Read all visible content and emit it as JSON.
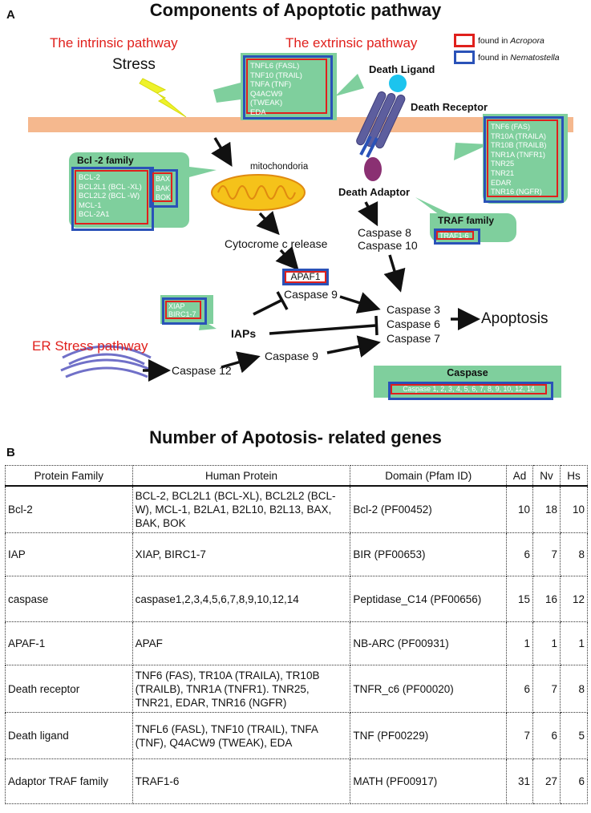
{
  "panel_a": {
    "letter": "A",
    "title": "Components of Apoptotic pathway",
    "intrinsic": "The intrinsic pathway",
    "extrinsic": "The extrinsic pathway",
    "er_stress": "ER Stress pathway",
    "stress": "Stress",
    "legend": {
      "acropora_prefix": "found  in  ",
      "acropora_species": "Acropora",
      "nematostella_prefix": "found  in  ",
      "nematostella_species": "Nematostella"
    },
    "death_ligand": "Death Ligand",
    "death_receptor": "Death Receptor",
    "death_adaptor": "Death Adaptor",
    "mitochondria": "mitochondoria",
    "cytochrome": "Cytocrome c release",
    "apaf1": "APAF1",
    "caspase9_top": "Caspase 9",
    "caspase8": "Caspase  8",
    "caspase10": "Caspase  10",
    "caspase3": "Caspase 3",
    "caspase6": "Caspase 6",
    "caspase7": "Caspase 7",
    "apoptosis": "Apoptosis",
    "iaps": "IAPs",
    "caspase12": "Caspase  12",
    "caspase9_bottom": "Caspase  9",
    "bcl2_family_title": "Bcl -2 family",
    "traf_family_title": "TRAF family",
    "caspase_title": "Caspase",
    "ligand_genes": [
      "TNFL6 (FASL)",
      "TNF10 (TRAIL)",
      "TNFA (TNF)",
      "Q4ACW9",
      "(TWEAK)",
      "EDA"
    ],
    "receptor_genes": [
      "TNF6 (FAS)",
      "TR10A (TRAILA)",
      "TR10B (TRAILB)",
      "TNR1A (TNFR1)",
      "TNR25",
      "TNR21",
      "EDAR",
      "TNR16 (NGFR)"
    ],
    "bcl2_genes": [
      "BCL-2",
      "BCL2L1 (BCL -XL)",
      "BCL2L2 (BCL -W)",
      "MCL-1",
      "BCL-2A1"
    ],
    "bax_genes": [
      "BAX",
      "BAK",
      "BOK"
    ],
    "iap_genes": [
      "XIAP",
      "BIRC1-7"
    ],
    "traf_genes": [
      "TRAF1-6"
    ],
    "caspase_genes": "Caspase  1, 2, 3, 4, 5, 6, 7, 8, 9, 10, 12, 14",
    "colors": {
      "acropora": "#e0201c",
      "nematostella": "#2a52b8",
      "green_box": "#7fcf9d",
      "membrane": "#f5b88e",
      "mitochondria": "#f5c21a",
      "er": "#9f9fe0"
    }
  },
  "panel_b": {
    "letter": "B",
    "title": "Number of Apotosis- related genes",
    "headers": [
      "Protein Family",
      "Human Protein",
      "Domain (Pfam ID)",
      "Ad",
      "Nv",
      "Hs"
    ],
    "rows": [
      {
        "family": "Bcl-2",
        "protein": "BCL-2, BCL2L1 (BCL-XL), BCL2L2 (BCL-W), MCL-1, B2LA1, B2L10, B2L13, BAX, BAK, BOK",
        "domain": "Bcl-2 (PF00452)",
        "ad": "10",
        "nv": "18",
        "hs": "10"
      },
      {
        "family": "IAP",
        "protein": "XIAP, BIRC1-7",
        "domain": "BIR (PF00653)",
        "ad": "6",
        "nv": "7",
        "hs": "8"
      },
      {
        "family": "caspase",
        "protein": "caspase1,2,3,4,5,6,7,8,9,10,12,14",
        "domain": "Peptidase_C14 (PF00656)",
        "ad": "15",
        "nv": "16",
        "hs": "12"
      },
      {
        "family": "APAF-1",
        "protein": "APAF",
        "domain": "NB-ARC (PF00931)",
        "ad": "1",
        "nv": "1",
        "hs": "1"
      },
      {
        "family": "Death receptor",
        "protein": "TNF6 (FAS), TR10A (TRAILA), TR10B (TRAILB), TNR1A (TNFR1). TNR25, TNR21, EDAR, TNR16 (NGFR)",
        "domain": "TNFR_c6 (PF00020)",
        "ad": "6",
        "nv": "7",
        "hs": "8"
      },
      {
        "family": "Death ligand",
        "protein": "TNFL6 (FASL), TNF10 (TRAIL), TNFA (TNF), Q4ACW9 (TWEAK), EDA",
        "domain": "TNF (PF00229)",
        "ad": "7",
        "nv": "6",
        "hs": "5"
      },
      {
        "family": "Adaptor TRAF family",
        "protein": "TRAF1-6",
        "domain": "MATH (PF00917)",
        "ad": "31",
        "nv": "27",
        "hs": "6"
      }
    ]
  }
}
